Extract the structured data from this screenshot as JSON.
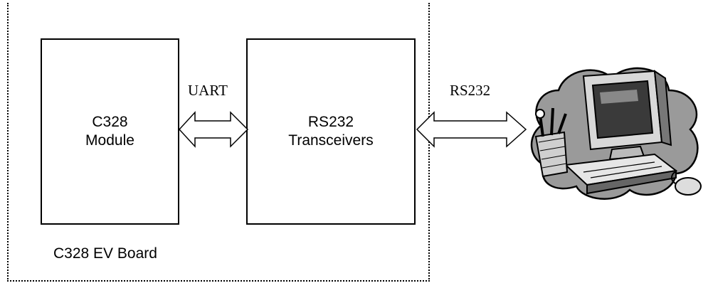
{
  "board": {
    "label": "C328 EV Board"
  },
  "blocks": {
    "module": {
      "line1": "C328",
      "line2": "Module"
    },
    "transceivers": {
      "line1": "RS232",
      "line2": "Transceivers"
    }
  },
  "links": {
    "uart": {
      "label": "UART"
    },
    "rs232": {
      "label": "RS232"
    }
  },
  "pc": {
    "icon": "computer-clipart-icon"
  }
}
